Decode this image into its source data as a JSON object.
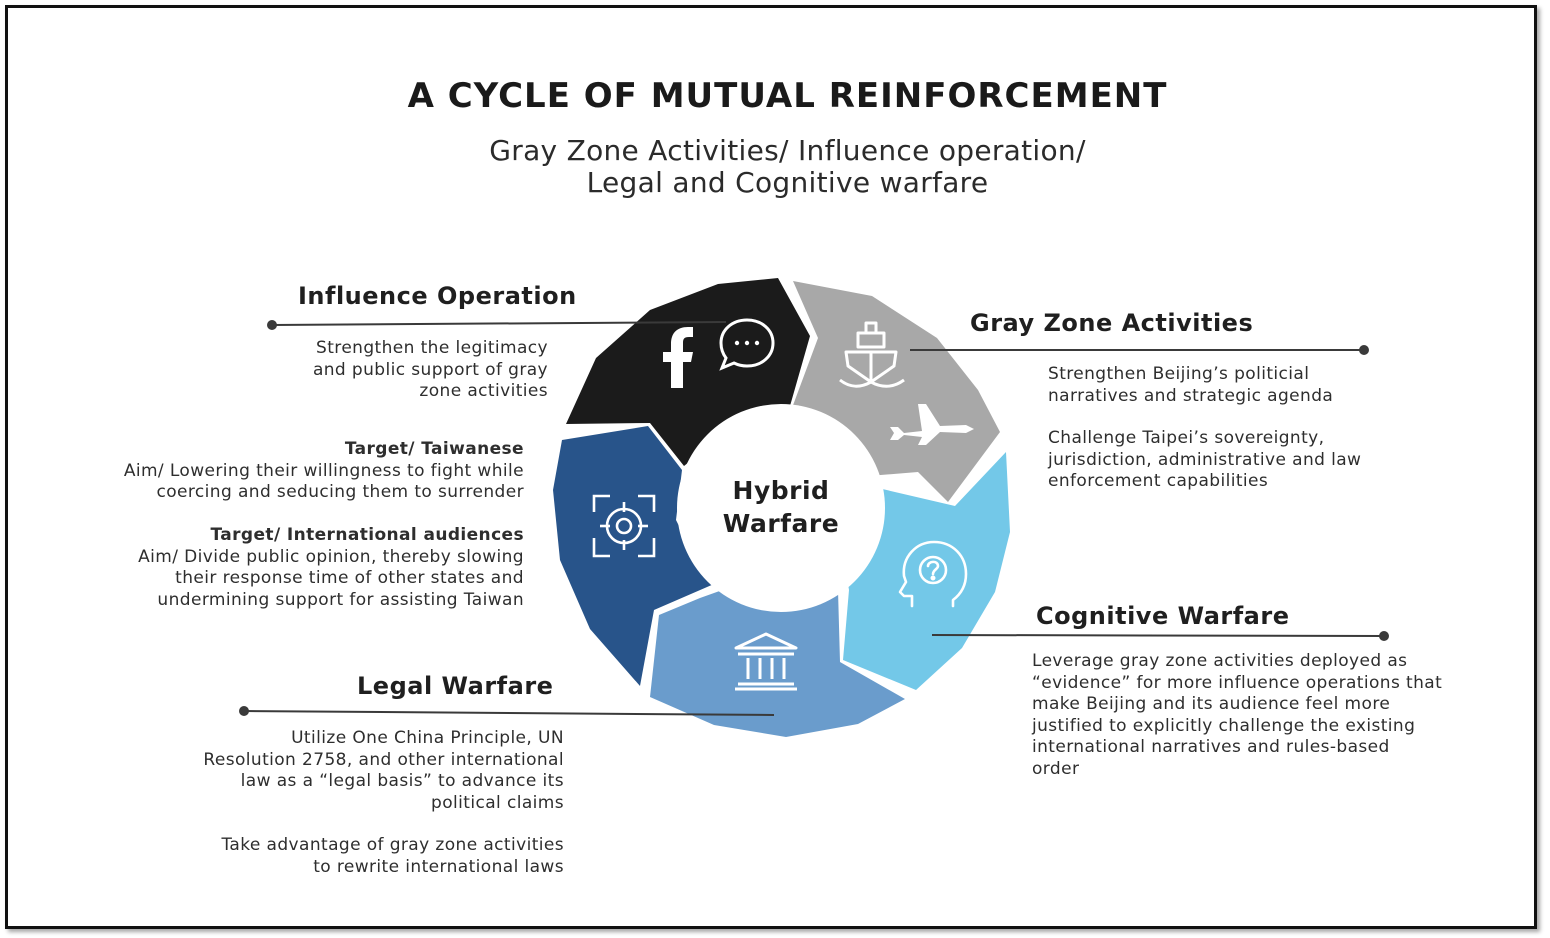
{
  "title": "A CYCLE OF MUTUAL REINFORCEMENT",
  "subtitle": {
    "line1": "Gray Zone Activities/ Influence operation/",
    "line2": "Legal and Cognitive warfare"
  },
  "center": {
    "line1": "Hybrid",
    "line2": "Warfare"
  },
  "colors": {
    "influence": "#1b1b1b",
    "gray_zone": "#a8a8a8",
    "cognitive": "#73c8e8",
    "legal": "#6a9ccc",
    "target": "#28548a"
  },
  "segments": [
    {
      "name": "influence",
      "icons": [
        "facebook-icon",
        "chat-bubble-icon"
      ]
    },
    {
      "name": "gray_zone",
      "icons": [
        "ship-icon",
        "fighter-jet-icon"
      ]
    },
    {
      "name": "cognitive",
      "icons": [
        "head-question-icon"
      ]
    },
    {
      "name": "legal",
      "icons": [
        "courthouse-icon"
      ]
    },
    {
      "name": "target",
      "icons": [
        "crosshair-target-icon"
      ]
    }
  ],
  "influence_operation": {
    "heading": "Influence Operation",
    "desc": [
      "Strengthen the legitimacy",
      "and public support of gray",
      "zone activities"
    ],
    "target1": {
      "label": "Target/ Taiwanese",
      "lines": [
        "Aim/ Lowering their willingness to fight while",
        "coercing and seducing them to surrender"
      ]
    },
    "target2": {
      "label": "Target/ International audiences",
      "lines": [
        "Aim/ Divide public opinion, thereby slowing",
        "their response time of other states and",
        "undermining support for assisting Taiwan"
      ]
    }
  },
  "gray_zone": {
    "heading": "Gray Zone Activities",
    "para1": [
      "Strengthen Beijing’s politicial",
      "narratives and strategic agenda"
    ],
    "para2": [
      "Challenge Taipei’s sovereignty,",
      "jurisdiction, administrative and law",
      "enforcement capabilities"
    ]
  },
  "cognitive": {
    "heading": "Cognitive Warfare",
    "lines": [
      "Leverage gray zone activities deployed as",
      "“evidence” for more influence operations that",
      "make Beijing and its audience feel more",
      "justified to explicitly challenge the existing",
      "international narratives and rules-based",
      "order"
    ]
  },
  "legal": {
    "heading": "Legal Warfare",
    "para1": [
      "Utilize One China Principle, UN",
      "Resolution 2758, and other international",
      "law as a “legal basis” to advance its",
      "political claims"
    ],
    "para2": [
      "Take advantage of gray zone activities",
      "to rewrite international laws"
    ]
  }
}
